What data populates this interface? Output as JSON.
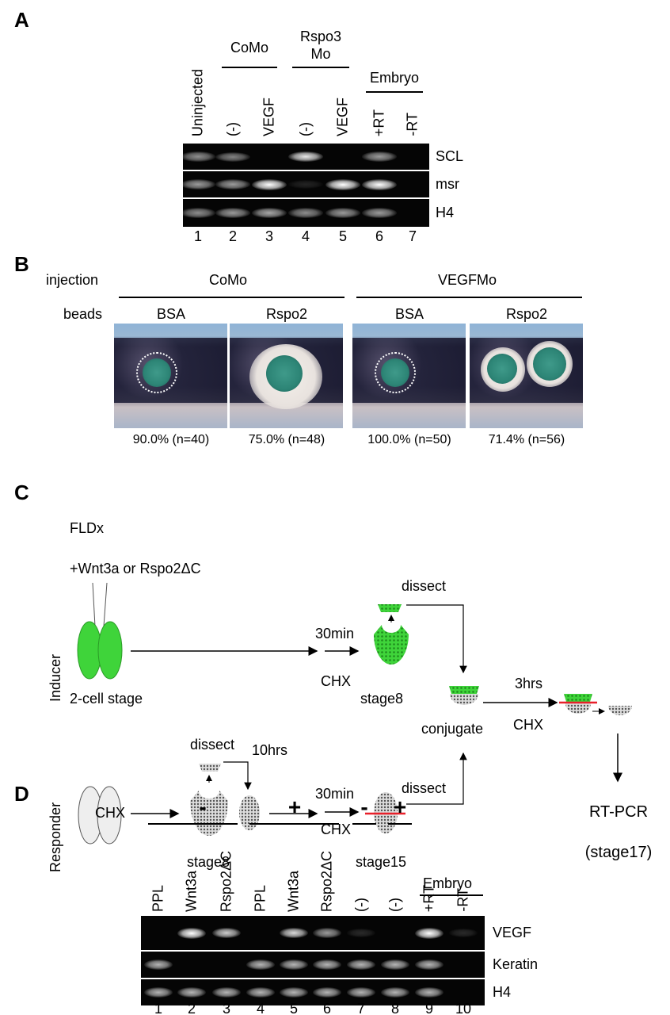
{
  "panelA": {
    "label": "A",
    "lanes": [
      "Uninjected",
      "(-)",
      "VEGF",
      "(-)",
      "VEGF",
      "+RT",
      "-RT"
    ],
    "groups": {
      "como": "CoMo",
      "rspo3_line1": "Rspo3",
      "rspo3_line2": "Mo",
      "embryo": "Embryo"
    },
    "rows": [
      {
        "name": "SCL",
        "bands": [
          0.55,
          0.5,
          0,
          0.9,
          0,
          0.6,
          0
        ]
      },
      {
        "name": "msr",
        "bands": [
          0.6,
          0.6,
          1,
          0.12,
          1,
          1,
          0
        ]
      },
      {
        "name": "H4",
        "bands": [
          0.55,
          0.6,
          0.65,
          0.55,
          0.6,
          0.6,
          0
        ]
      }
    ],
    "lane_numbers": [
      "1",
      "2",
      "3",
      "4",
      "5",
      "6",
      "7"
    ]
  },
  "panelB": {
    "label": "B",
    "injection_label": "injection",
    "beads_label": "beads",
    "injections": [
      "CoMo",
      "VEGFMo"
    ],
    "images": [
      {
        "bead": "BSA",
        "result": "90.0% (n=40)"
      },
      {
        "bead": "Rspo2",
        "result": "75.0% (n=48)"
      },
      {
        "bead": "BSA",
        "result": "100.0% (n=50)"
      },
      {
        "bead": "Rspo2",
        "result": "71.4% (n=56)"
      }
    ]
  },
  "panelC": {
    "label": "C",
    "fldx": "FLDx",
    "injected": "+Wnt3a or Rspo2ΔC",
    "inducer": "Inducer",
    "responder": "Responder",
    "two_cell": "2-cell stage",
    "t30min_a": "30min",
    "chx_a": "CHX",
    "stage8_a": "stage8",
    "dissect_a": "dissect",
    "conjugate": "conjugate",
    "t3hrs": "3hrs",
    "chx_c": "CHX",
    "rtpcr": "RT-PCR",
    "stage17": "(stage17)",
    "dissect_b": "dissect",
    "t10hrs": "10hrs",
    "stage8_b": "stage8",
    "t30min_b": "30min",
    "chx_b": "CHX",
    "stage15": "stage15",
    "dissect_c": "dissect",
    "colors": {
      "inducer": "#3fd43a",
      "cut": "#e8202a"
    }
  },
  "panelD": {
    "label": "D",
    "chx_label": "CHX",
    "chx_groups": [
      "-",
      "+",
      "-",
      "+"
    ],
    "lanes": [
      "PPL",
      "Wnt3a",
      "Rspo2ΔC",
      "PPL",
      "Wnt3a",
      "Rspo2ΔC",
      "(-)",
      "(-)",
      "+RT",
      "-RT"
    ],
    "embryo": "Embryo",
    "rows": [
      {
        "name": "VEGF",
        "bands": [
          0,
          1,
          0.8,
          0,
          0.85,
          0.6,
          0.15,
          0,
          1,
          0.15
        ]
      },
      {
        "name": "Keratin",
        "bands": [
          0.7,
          0,
          0,
          0.7,
          0.7,
          0.7,
          0.7,
          0.7,
          0.7,
          0
        ]
      },
      {
        "name": "H4",
        "bands": [
          0.7,
          0.7,
          0.7,
          0.7,
          0.7,
          0.7,
          0.7,
          0.7,
          0.7,
          0
        ]
      }
    ],
    "lane_numbers": [
      "1",
      "2",
      "3",
      "4",
      "5",
      "6",
      "7",
      "8",
      "9",
      "10"
    ]
  }
}
